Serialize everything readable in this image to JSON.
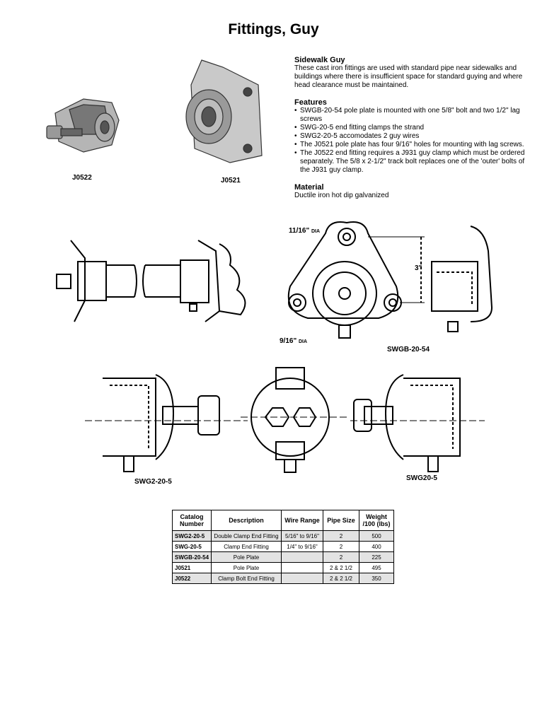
{
  "title": "Fittings, Guy",
  "photos": {
    "left_caption": "J0522",
    "right_caption": "J0521"
  },
  "description": {
    "heading": "Sidewalk Guy",
    "body": "These cast iron fittings are used with standard pipe near sidewalks and buildings where there is insufficient space for standard guying and where head clearance must be maintained.",
    "features_heading": "Features",
    "features": [
      "SWGB-20-54 pole plate is mounted with one 5/8\" bolt and two 1/2\" lag screws",
      "SWG-20-5 end fitting clamps the strand",
      "SWG2-20-5 accomodates 2 guy wires",
      "The J0521 pole plate has four 9/16\" holes for mounting with lag screws.",
      "The J0522 end fitting requires a J931 guy clamp which must be ordered separately.  The 5/8 x 2-1/2\" track bolt replaces one of the 'outer' bolts of the J931 guy clamp."
    ],
    "material_heading": "Material",
    "material": "Ductile iron hot dip galvanized"
  },
  "drawings": {
    "dia_top": "11/16\"",
    "dia_top_suffix": "DIA",
    "dim_3": "3\"",
    "dia_bottom": "9/16\"",
    "dia_bottom_suffix": "DIA",
    "label_swgb": "SWGB-20-54",
    "label_swg2": "SWG2-20-5",
    "label_swg": "SWG20-5"
  },
  "table": {
    "headers": [
      "Catalog Number",
      "Description",
      "Wire Range",
      "Pipe Size",
      "Weight /100 (lbs)"
    ],
    "rows": [
      [
        "SWG2-20-5",
        "Double Clamp End Fitting",
        "5/16\" to 9/16\"",
        "2",
        "500"
      ],
      [
        "SWG-20-5",
        "Clamp End Fitting",
        "1/4\" to 9/16\"",
        "2",
        "400"
      ],
      [
        "SWGB-20-54",
        "Pole Plate",
        "",
        "2",
        "225"
      ],
      [
        "J0521",
        "Pole Plate",
        "",
        "2 & 2 1/2",
        "495"
      ],
      [
        "J0522",
        "Clamp Bolt End Fitting",
        "",
        "2 & 2 1/2",
        "350"
      ]
    ]
  }
}
